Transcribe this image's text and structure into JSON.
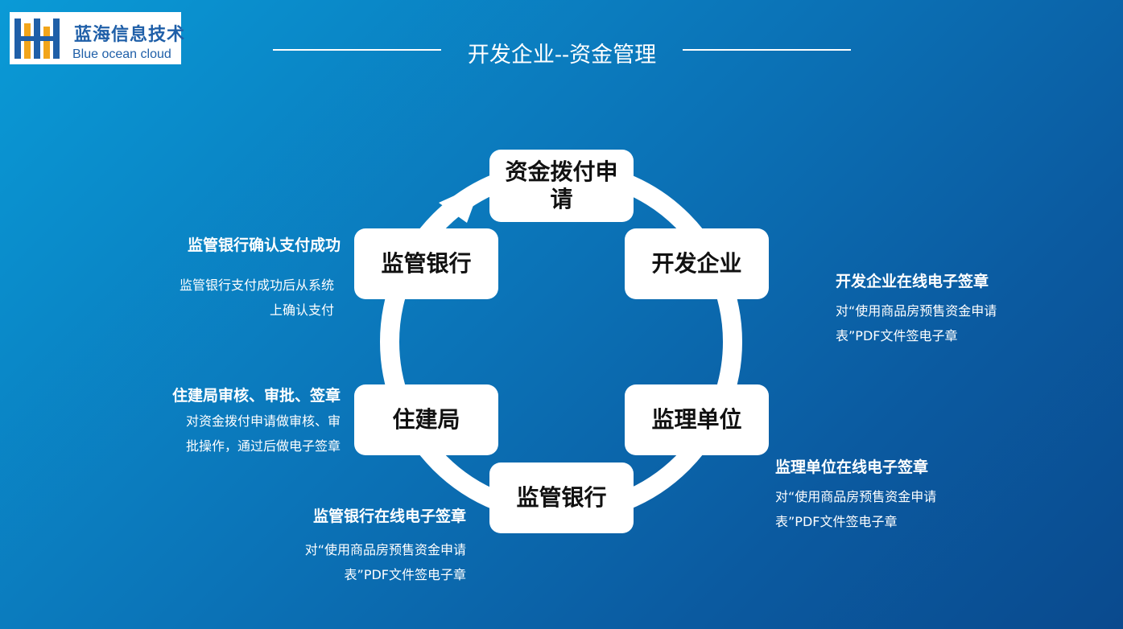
{
  "logo": {
    "name_cn": "蓝海信息技术",
    "name_en": "Blue ocean cloud"
  },
  "title": "开发企业--资金管理",
  "nodes": {
    "top": "资金拨付申请",
    "right_upper": "开发企业",
    "right_lower": "监理单位",
    "bottom": "监管银行",
    "left_lower": "住建局",
    "left_upper": "监管银行"
  },
  "descriptions": {
    "bank_confirm": {
      "heading": "监管银行确认支付成功",
      "lines": [
        "监管银行支付成功后从系统",
        "上确认支付"
      ]
    },
    "developer": {
      "heading": "开发企业在线电子签章",
      "lines": [
        "对“使用商品房预售资金申请",
        "表”PDF文件签电子章"
      ]
    },
    "housing_bureau": {
      "heading": "住建局审核、审批、签章",
      "lines": [
        "对资金拨付申请做审核、审",
        "批操作，通过后做电子签章"
      ]
    },
    "supervisor": {
      "heading": "监理单位在线电子签章",
      "lines": [
        "对“使用商品房预售资金申请",
        "表”PDF文件签电子章"
      ]
    },
    "bank_sign": {
      "heading": "监管银行在线电子签章",
      "lines": [
        "对“使用商品房预售资金申请",
        "表”PDF文件签电子章"
      ]
    }
  }
}
